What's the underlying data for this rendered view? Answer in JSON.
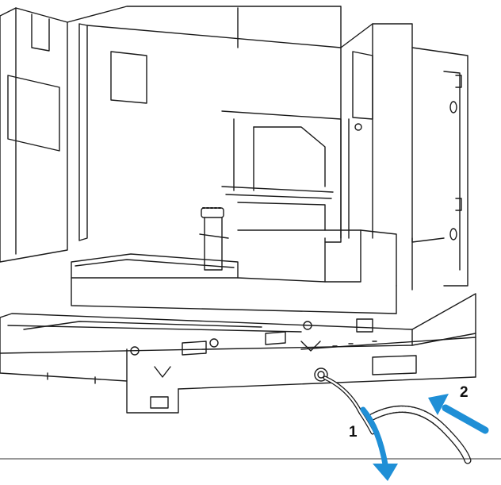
{
  "callouts": [
    {
      "id": "1",
      "label": "1"
    },
    {
      "id": "2",
      "label": "2"
    }
  ],
  "colors": {
    "line": "#1a1a1a",
    "fill": "#ffffff",
    "arrow": "#1f8fd6",
    "frame": "#333333"
  }
}
